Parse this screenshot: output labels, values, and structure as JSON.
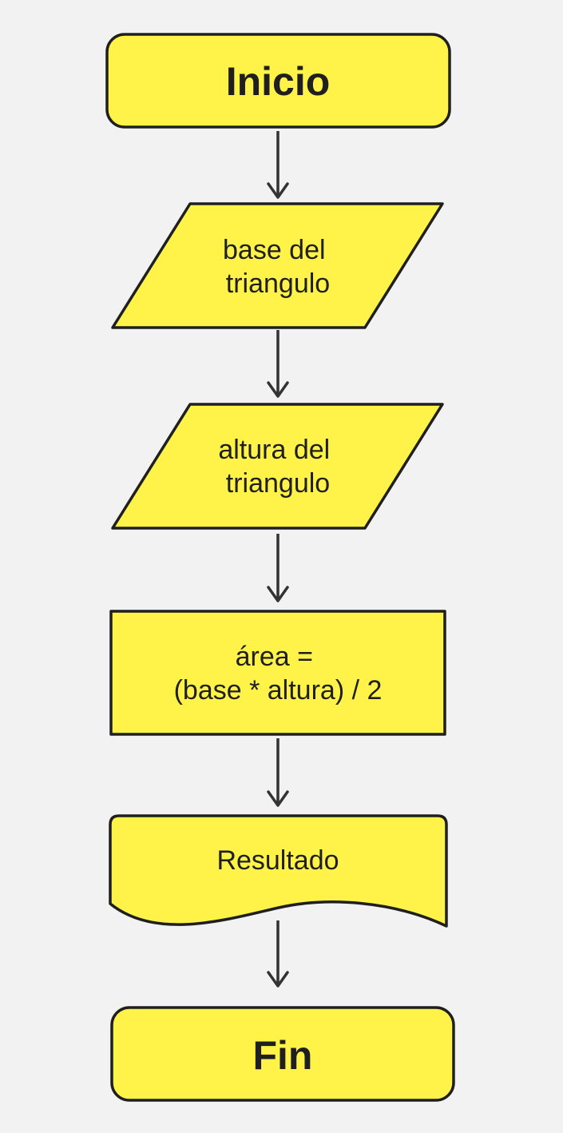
{
  "diagram": {
    "background_color": "#f2f2f2",
    "node_fill_color": "#fff34a",
    "stroke_color": "#1f1f1f",
    "arrow_color": "#333333",
    "nodes": {
      "start": {
        "kind": "terminal",
        "line1": "Inicio"
      },
      "input_base": {
        "kind": "input-output",
        "line1": "base del",
        "line2": "triangulo"
      },
      "input_height": {
        "kind": "input-output",
        "line1": "altura del",
        "line2": "triangulo"
      },
      "process_area": {
        "kind": "process",
        "line1": "área =",
        "line2": "(base * altura) / 2"
      },
      "output_result": {
        "kind": "document",
        "line1": "Resultado"
      },
      "end": {
        "kind": "terminal",
        "line1": "Fin"
      }
    },
    "edges": [
      {
        "from": "start",
        "to": "input_base"
      },
      {
        "from": "input_base",
        "to": "input_height"
      },
      {
        "from": "input_height",
        "to": "process_area"
      },
      {
        "from": "process_area",
        "to": "output_result"
      },
      {
        "from": "output_result",
        "to": "end"
      }
    ]
  }
}
